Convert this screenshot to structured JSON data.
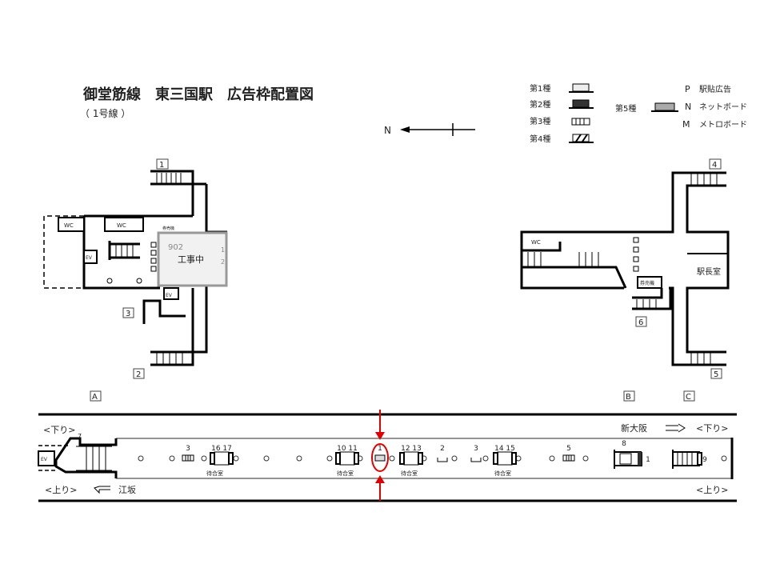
{
  "header": {
    "title": "御堂筋線　東三国駅　広告枠配置図",
    "subtitle": "（ 1号線 ）"
  },
  "compass": {
    "label": "N"
  },
  "legend": {
    "types": [
      "第1種",
      "第2種",
      "第3種",
      "第4種"
    ],
    "type5": "第5種",
    "codes": [
      {
        "letter": "P",
        "label": "駅貼広告"
      },
      {
        "letter": "N",
        "label": "ネットボード"
      },
      {
        "letter": "M",
        "label": "メトロボード"
      }
    ]
  },
  "concourse_left": {
    "exits": [
      "1",
      "2",
      "3"
    ],
    "wc": [
      "WC",
      "WC"
    ],
    "ev": [
      "EV",
      "EV"
    ],
    "ticket": "券売機",
    "area_label": "A",
    "construction": {
      "code": "902",
      "label": "工事中",
      "nums": [
        "1",
        "2"
      ]
    }
  },
  "concourse_right": {
    "exits": [
      "4",
      "5",
      "6"
    ],
    "wc": "WC",
    "ticket": "券売機",
    "office": "駅長室",
    "area_labels": [
      "B",
      "C"
    ]
  },
  "platform": {
    "down_left": "<下り>",
    "down_left_num": "7",
    "up_left": "<上り>",
    "up_left_dest": "江坂",
    "down_right_dest": "新大阪",
    "down_right": "<下り>",
    "up_right": "<上り>",
    "ev": "EV",
    "waiting_room": "待合室",
    "ad_labels": [
      "3",
      "16 17",
      "10 11",
      "1",
      "12 13",
      "2",
      "3",
      "14 15",
      "5",
      "8",
      "1",
      "9"
    ],
    "highlight_color": "#e00000"
  }
}
